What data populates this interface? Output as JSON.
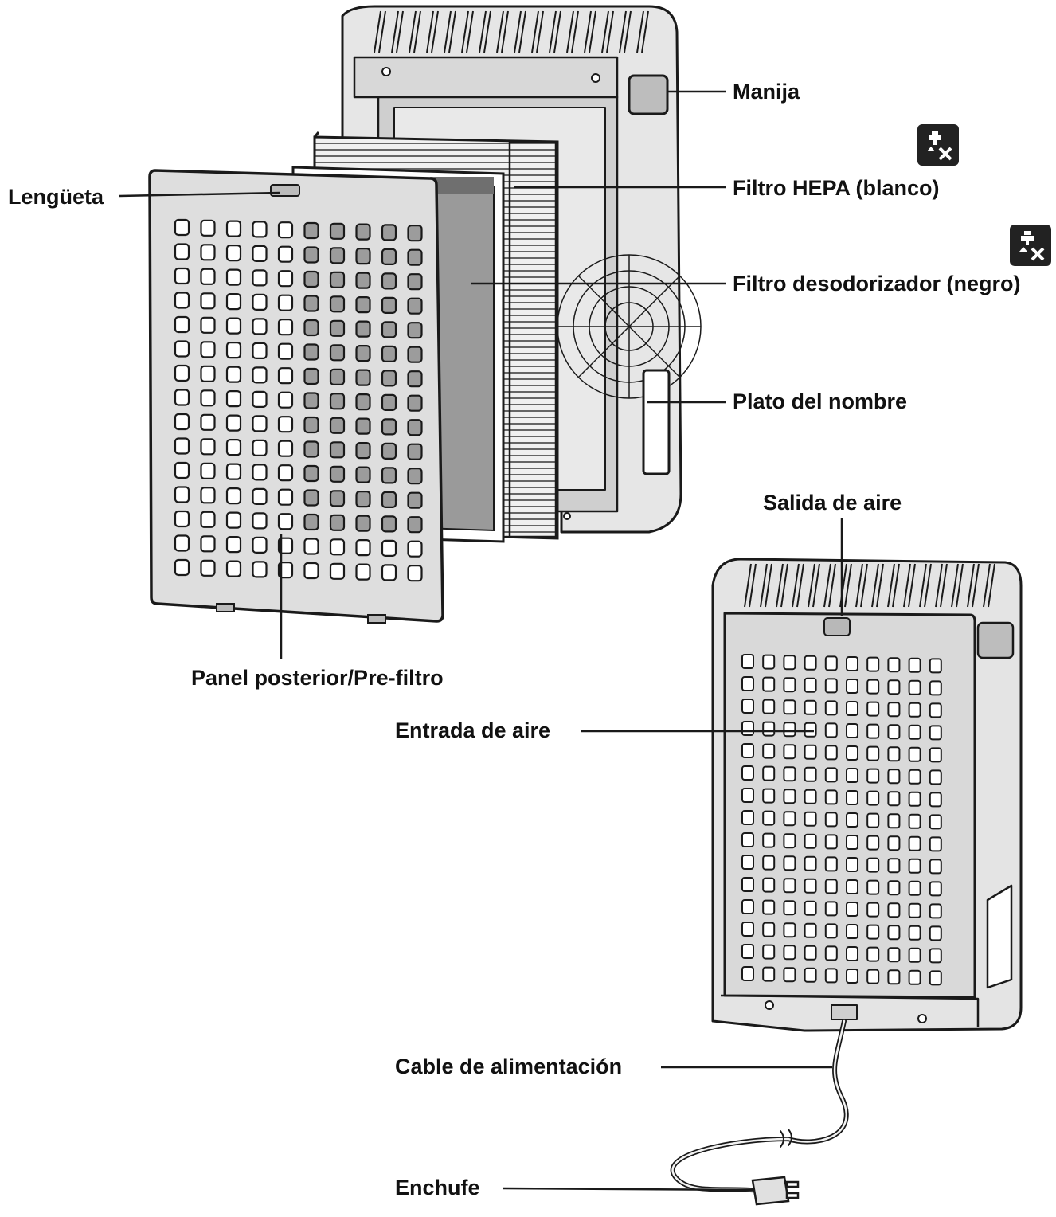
{
  "diagram": {
    "labels": {
      "handle": "Manija",
      "hepa_filter": "Filtro HEPA (blanco)",
      "tab": "Lengüeta",
      "deodorizing_filter": "Filtro desodorizador (negro)",
      "name_plate": "Plato del nombre",
      "air_outlet": "Salida de aire",
      "rear_panel": "Panel posterior/Pre-filtro",
      "air_inlet": "Entrada de aire",
      "power_cord": "Cable de alimentación",
      "plug": "Enchufe"
    },
    "icons": {
      "hepa_filter": "no-wash-icon",
      "deodorizing_filter": "no-wash-icon"
    },
    "colors": {
      "line": "#1a1a1a",
      "body": "#e4e4e4",
      "panel": "#dcdcdc",
      "filter_dark": "#9a9a9a"
    }
  }
}
